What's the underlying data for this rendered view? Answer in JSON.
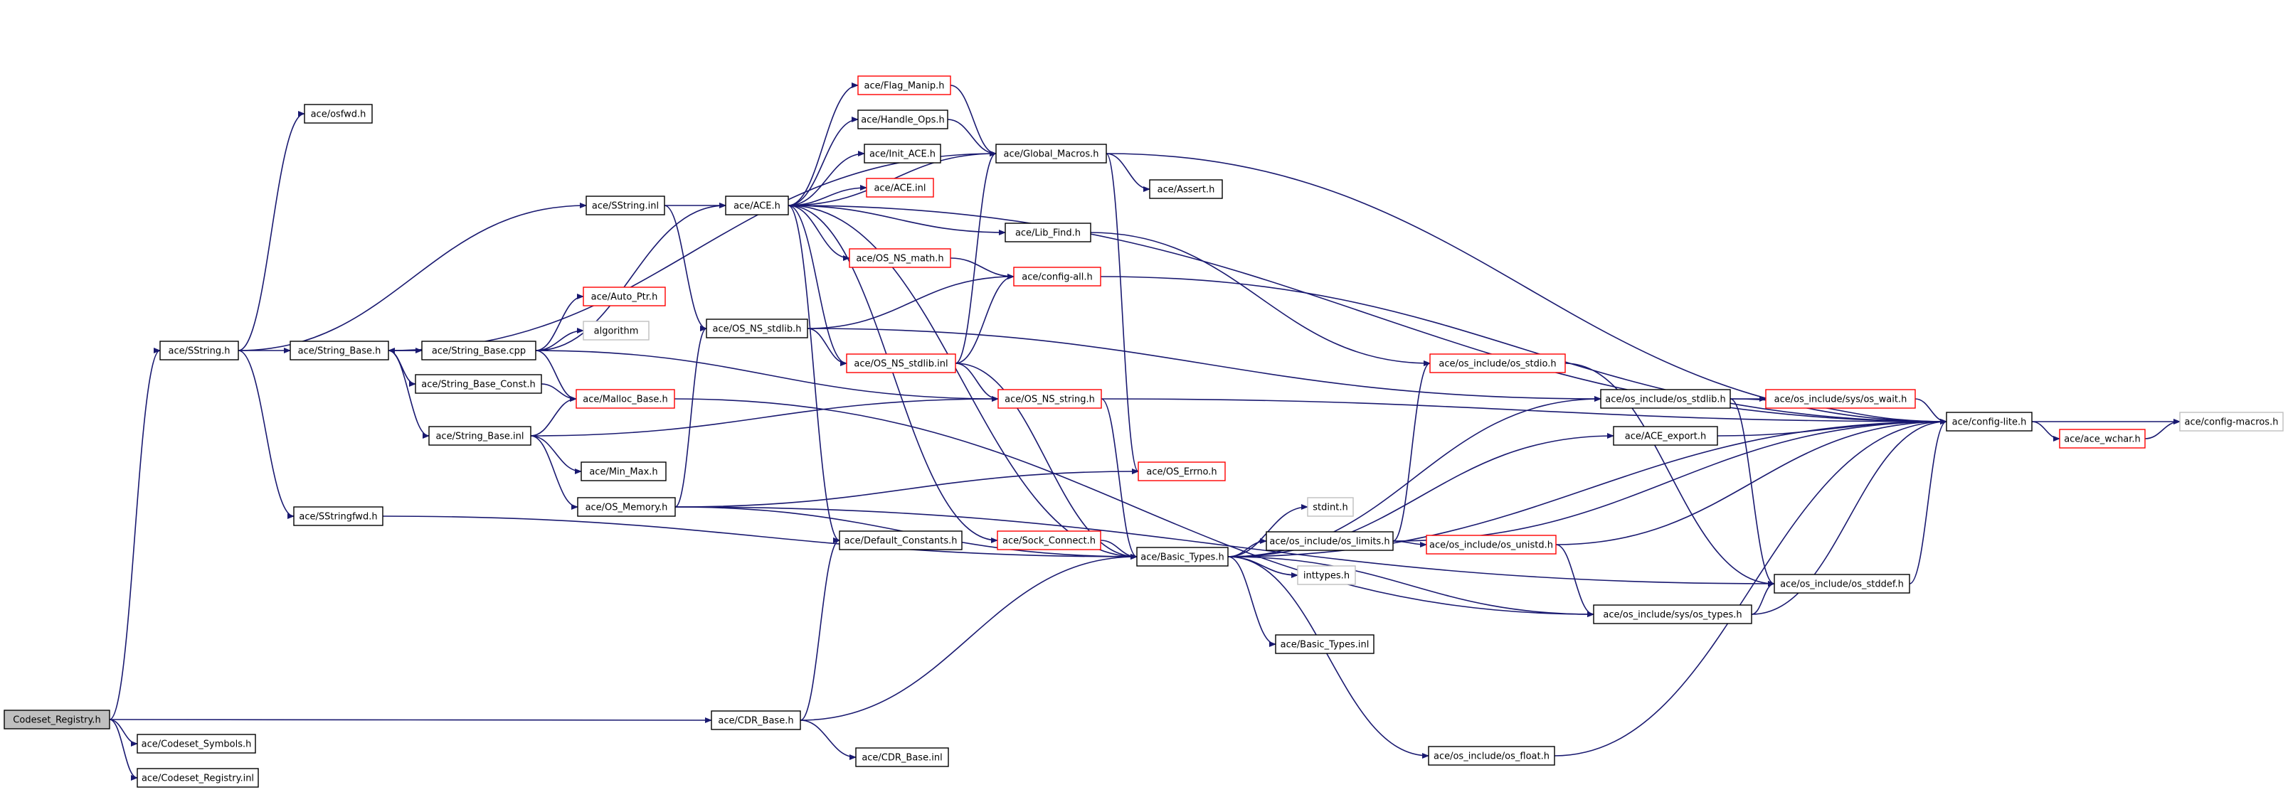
{
  "colors": {
    "edge": "#191970",
    "border_normal": "#000000",
    "border_truncated": "#ff0000",
    "border_external": "#bfbfbf",
    "root_fill": "#bfbfbf",
    "node_fill": "#ffffff"
  },
  "nodes": [
    {
      "id": "codeset_registry_h",
      "label": "Codeset_Registry.h",
      "style": "root"
    },
    {
      "id": "codeset_symbols_h",
      "label": "ace/Codeset_Symbols.h",
      "style": "normal"
    },
    {
      "id": "codeset_registry_inl",
      "label": "ace/Codeset_Registry.inl",
      "style": "normal"
    },
    {
      "id": "sstring_h",
      "label": "ace/SString.h",
      "style": "normal"
    },
    {
      "id": "osfwd_h",
      "label": "ace/osfwd.h",
      "style": "normal"
    },
    {
      "id": "sstringfwd_h",
      "label": "ace/SStringfwd.h",
      "style": "normal"
    },
    {
      "id": "string_base_h",
      "label": "ace/String_Base.h",
      "style": "normal"
    },
    {
      "id": "sstring_inl",
      "label": "ace/SString.inl",
      "style": "normal"
    },
    {
      "id": "string_base_cpp",
      "label": "ace/String_Base.cpp",
      "style": "normal"
    },
    {
      "id": "string_base_const_h",
      "label": "ace/String_Base_Const.h",
      "style": "normal"
    },
    {
      "id": "string_base_inl",
      "label": "ace/String_Base.inl",
      "style": "normal"
    },
    {
      "id": "auto_ptr_h",
      "label": "ace/Auto_Ptr.h",
      "style": "truncated"
    },
    {
      "id": "algorithm",
      "label": "algorithm",
      "style": "external"
    },
    {
      "id": "malloc_base_h",
      "label": "ace/Malloc_Base.h",
      "style": "truncated"
    },
    {
      "id": "min_max_h",
      "label": "ace/Min_Max.h",
      "style": "normal"
    },
    {
      "id": "os_memory_h",
      "label": "ace/OS_Memory.h",
      "style": "normal"
    },
    {
      "id": "ace_h",
      "label": "ace/ACE.h",
      "style": "normal"
    },
    {
      "id": "os_ns_stdlib_h",
      "label": "ace/OS_NS_stdlib.h",
      "style": "normal"
    },
    {
      "id": "flag_manip_h",
      "label": "ace/Flag_Manip.h",
      "style": "truncated"
    },
    {
      "id": "handle_ops_h",
      "label": "ace/Handle_Ops.h",
      "style": "normal"
    },
    {
      "id": "init_ace_h",
      "label": "ace/Init_ACE.h",
      "style": "normal"
    },
    {
      "id": "ace_inl",
      "label": "ace/ACE.inl",
      "style": "truncated"
    },
    {
      "id": "os_ns_math_h",
      "label": "ace/OS_NS_math.h",
      "style": "truncated"
    },
    {
      "id": "os_ns_stdlib_inl",
      "label": "ace/OS_NS_stdlib.inl",
      "style": "truncated"
    },
    {
      "id": "default_constants_h",
      "label": "ace/Default_Constants.h",
      "style": "normal"
    },
    {
      "id": "sock_connect_h",
      "label": "ace/Sock_Connect.h",
      "style": "truncated"
    },
    {
      "id": "cdr_base_h",
      "label": "ace/CDR_Base.h",
      "style": "normal"
    },
    {
      "id": "cdr_base_inl",
      "label": "ace/CDR_Base.inl",
      "style": "normal"
    },
    {
      "id": "global_macros_h",
      "label": "ace/Global_Macros.h",
      "style": "normal"
    },
    {
      "id": "lib_find_h",
      "label": "ace/Lib_Find.h",
      "style": "normal"
    },
    {
      "id": "config_all_h",
      "label": "ace/config-all.h",
      "style": "truncated"
    },
    {
      "id": "os_ns_string_h",
      "label": "ace/OS_NS_string.h",
      "style": "truncated"
    },
    {
      "id": "os_errno_h",
      "label": "ace/OS_Errno.h",
      "style": "truncated"
    },
    {
      "id": "basic_types_h",
      "label": "ace/Basic_Types.h",
      "style": "normal"
    },
    {
      "id": "assert_h",
      "label": "ace/Assert.h",
      "style": "normal"
    },
    {
      "id": "os_include_os_stdio_h",
      "label": "ace/os_include/os_stdio.h",
      "style": "truncated"
    },
    {
      "id": "os_include_os_stdlib_h",
      "label": "ace/os_include/os_stdlib.h",
      "style": "normal"
    },
    {
      "id": "ace_export_h",
      "label": "ace/ACE_export.h",
      "style": "normal"
    },
    {
      "id": "stdint_h",
      "label": "stdint.h",
      "style": "external"
    },
    {
      "id": "os_include_os_limits_h",
      "label": "ace/os_include/os_limits.h",
      "style": "normal"
    },
    {
      "id": "os_include_os_unistd_h",
      "label": "ace/os_include/os_unistd.h",
      "style": "truncated"
    },
    {
      "id": "inttypes_h",
      "label": "inttypes.h",
      "style": "external"
    },
    {
      "id": "basic_types_inl",
      "label": "ace/Basic_Types.inl",
      "style": "normal"
    },
    {
      "id": "os_include_os_float_h",
      "label": "ace/os_include/os_float.h",
      "style": "normal"
    },
    {
      "id": "os_include_sys_os_types_h",
      "label": "ace/os_include/sys/os_types.h",
      "style": "normal"
    },
    {
      "id": "os_include_os_stddef_h",
      "label": "ace/os_include/os_stddef.h",
      "style": "normal"
    },
    {
      "id": "os_include_sys_os_wait_h",
      "label": "ace/os_include/sys/os_wait.h",
      "style": "truncated"
    },
    {
      "id": "config_lite_h",
      "label": "ace/config-lite.h",
      "style": "normal"
    },
    {
      "id": "ace_wchar_h",
      "label": "ace/ace_wchar.h",
      "style": "truncated"
    },
    {
      "id": "config_macros_h",
      "label": "ace/config-macros.h",
      "style": "external"
    }
  ],
  "edges": [
    [
      "codeset_registry_h",
      "codeset_symbols_h"
    ],
    [
      "codeset_registry_h",
      "codeset_registry_inl"
    ],
    [
      "codeset_registry_h",
      "sstring_h"
    ],
    [
      "codeset_registry_h",
      "cdr_base_h"
    ],
    [
      "sstring_h",
      "osfwd_h"
    ],
    [
      "sstring_h",
      "sstringfwd_h"
    ],
    [
      "sstring_h",
      "string_base_h"
    ],
    [
      "sstring_h",
      "sstring_inl"
    ],
    [
      "string_base_h",
      "string_base_cpp"
    ],
    [
      "string_base_h",
      "string_base_const_h"
    ],
    [
      "string_base_h",
      "string_base_inl"
    ],
    [
      "string_base_h",
      "global_macros_h"
    ],
    [
      "string_base_cpp",
      "string_base_h"
    ],
    [
      "string_base_cpp",
      "auto_ptr_h"
    ],
    [
      "string_base_cpp",
      "algorithm"
    ],
    [
      "string_base_cpp",
      "malloc_base_h"
    ],
    [
      "string_base_cpp",
      "ace_h"
    ],
    [
      "string_base_cpp",
      "os_ns_string_h"
    ],
    [
      "string_base_const_h",
      "malloc_base_h"
    ],
    [
      "string_base_inl",
      "malloc_base_h"
    ],
    [
      "string_base_inl",
      "min_max_h"
    ],
    [
      "string_base_inl",
      "os_memory_h"
    ],
    [
      "string_base_inl",
      "os_ns_string_h"
    ],
    [
      "sstring_inl",
      "ace_h"
    ],
    [
      "sstring_inl",
      "os_ns_stdlib_h"
    ],
    [
      "ace_h",
      "flag_manip_h"
    ],
    [
      "ace_h",
      "handle_ops_h"
    ],
    [
      "ace_h",
      "init_ace_h"
    ],
    [
      "ace_h",
      "ace_inl"
    ],
    [
      "ace_h",
      "os_ns_math_h"
    ],
    [
      "ace_h",
      "os_ns_stdlib_inl"
    ],
    [
      "ace_h",
      "lib_find_h"
    ],
    [
      "ace_h",
      "global_macros_h"
    ],
    [
      "ace_h",
      "default_constants_h"
    ],
    [
      "ace_h",
      "sock_connect_h"
    ],
    [
      "ace_h",
      "basic_types_h"
    ],
    [
      "ace_h",
      "config_lite_h"
    ],
    [
      "flag_manip_h",
      "global_macros_h"
    ],
    [
      "handle_ops_h",
      "global_macros_h"
    ],
    [
      "global_macros_h",
      "assert_h"
    ],
    [
      "global_macros_h",
      "os_errno_h"
    ],
    [
      "global_macros_h",
      "config_lite_h"
    ],
    [
      "lib_find_h",
      "os_include_os_stdio_h"
    ],
    [
      "os_ns_math_h",
      "config_all_h"
    ],
    [
      "config_all_h",
      "config_lite_h"
    ],
    [
      "os_ns_stdlib_h",
      "config_all_h"
    ],
    [
      "os_ns_stdlib_h",
      "os_ns_stdlib_inl"
    ],
    [
      "os_ns_stdlib_h",
      "os_include_os_stdlib_h"
    ],
    [
      "os_ns_stdlib_inl",
      "os_ns_string_h"
    ],
    [
      "os_ns_stdlib_inl",
      "global_macros_h"
    ],
    [
      "os_ns_stdlib_inl",
      "config_all_h"
    ],
    [
      "os_ns_stdlib_inl",
      "basic_types_h"
    ],
    [
      "os_ns_string_h",
      "basic_types_h"
    ],
    [
      "os_ns_string_h",
      "config_lite_h"
    ],
    [
      "os_memory_h",
      "os_ns_stdlib_h"
    ],
    [
      "os_memory_h",
      "os_errno_h"
    ],
    [
      "os_memory_h",
      "basic_types_h"
    ],
    [
      "os_memory_h",
      "os_include_os_stddef_h"
    ],
    [
      "malloc_base_h",
      "os_include_sys_os_types_h"
    ],
    [
      "sstringfwd_h",
      "basic_types_h"
    ],
    [
      "cdr_base_h",
      "default_constants_h"
    ],
    [
      "cdr_base_h",
      "cdr_base_inl"
    ],
    [
      "cdr_base_h",
      "basic_types_h"
    ],
    [
      "sock_connect_h",
      "basic_types_h"
    ],
    [
      "basic_types_h",
      "stdint_h"
    ],
    [
      "basic_types_h",
      "os_include_os_limits_h"
    ],
    [
      "basic_types_h",
      "inttypes_h"
    ],
    [
      "basic_types_h",
      "basic_types_inl"
    ],
    [
      "basic_types_h",
      "os_include_os_float_h"
    ],
    [
      "basic_types_h",
      "os_include_sys_os_types_h"
    ],
    [
      "basic_types_h",
      "os_include_os_stdlib_h"
    ],
    [
      "basic_types_h",
      "ace_export_h"
    ],
    [
      "basic_types_h",
      "config_lite_h"
    ],
    [
      "os_include_os_limits_h",
      "os_include_os_stdio_h"
    ],
    [
      "os_include_os_limits_h",
      "os_include_os_unistd_h"
    ],
    [
      "os_include_os_limits_h",
      "config_lite_h"
    ],
    [
      "os_include_os_unistd_h",
      "os_include_sys_os_types_h"
    ],
    [
      "os_include_os_unistd_h",
      "config_lite_h"
    ],
    [
      "os_include_os_stdio_h",
      "os_include_os_stddef_h"
    ],
    [
      "os_include_os_stdlib_h",
      "os_include_sys_os_wait_h"
    ],
    [
      "os_include_os_stdlib_h",
      "os_include_os_stddef_h"
    ],
    [
      "os_include_os_stdlib_h",
      "config_lite_h"
    ],
    [
      "os_include_sys_os_wait_h",
      "config_lite_h"
    ],
    [
      "ace_export_h",
      "config_lite_h"
    ],
    [
      "os_include_os_float_h",
      "config_lite_h"
    ],
    [
      "os_include_sys_os_types_h",
      "os_include_os_stddef_h"
    ],
    [
      "os_include_sys_os_types_h",
      "config_lite_h"
    ],
    [
      "os_include_os_stddef_h",
      "config_lite_h"
    ],
    [
      "config_lite_h",
      "ace_wchar_h"
    ],
    [
      "config_lite_h",
      "config_macros_h"
    ],
    [
      "ace_wchar_h",
      "config_macros_h"
    ]
  ]
}
